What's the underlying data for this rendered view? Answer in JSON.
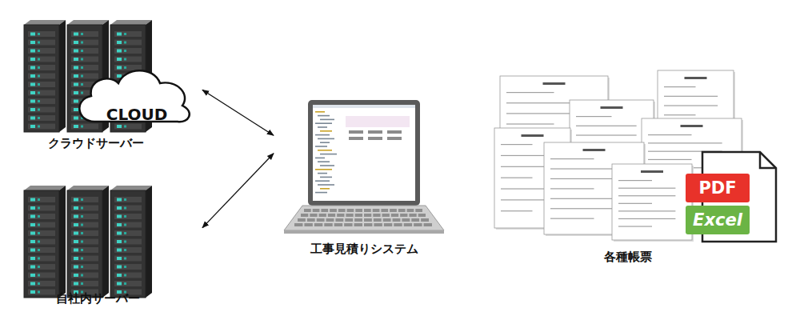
{
  "diagram": {
    "nodes": [
      {
        "text": [
          "クラウドサーバー"
        ]
      },
      {
        "text": [
          "CLOUD"
        ],
        "in": 0
      },
      {
        "text": [
          "自社内サーバー"
        ]
      },
      {
        "text": [
          "工事見積りシステム"
        ]
      },
      {
        "text": [
          "各種帳票"
        ]
      },
      {
        "text": [
          "PDF"
        ],
        "in": 4
      },
      {
        "text": [
          "Excel"
        ],
        "in": 4
      }
    ],
    "edges": [
      {
        "from": 0,
        "to": 3,
        "arrow": "both"
      },
      {
        "from": 2,
        "to": 3,
        "arrow": "both"
      }
    ]
  }
}
